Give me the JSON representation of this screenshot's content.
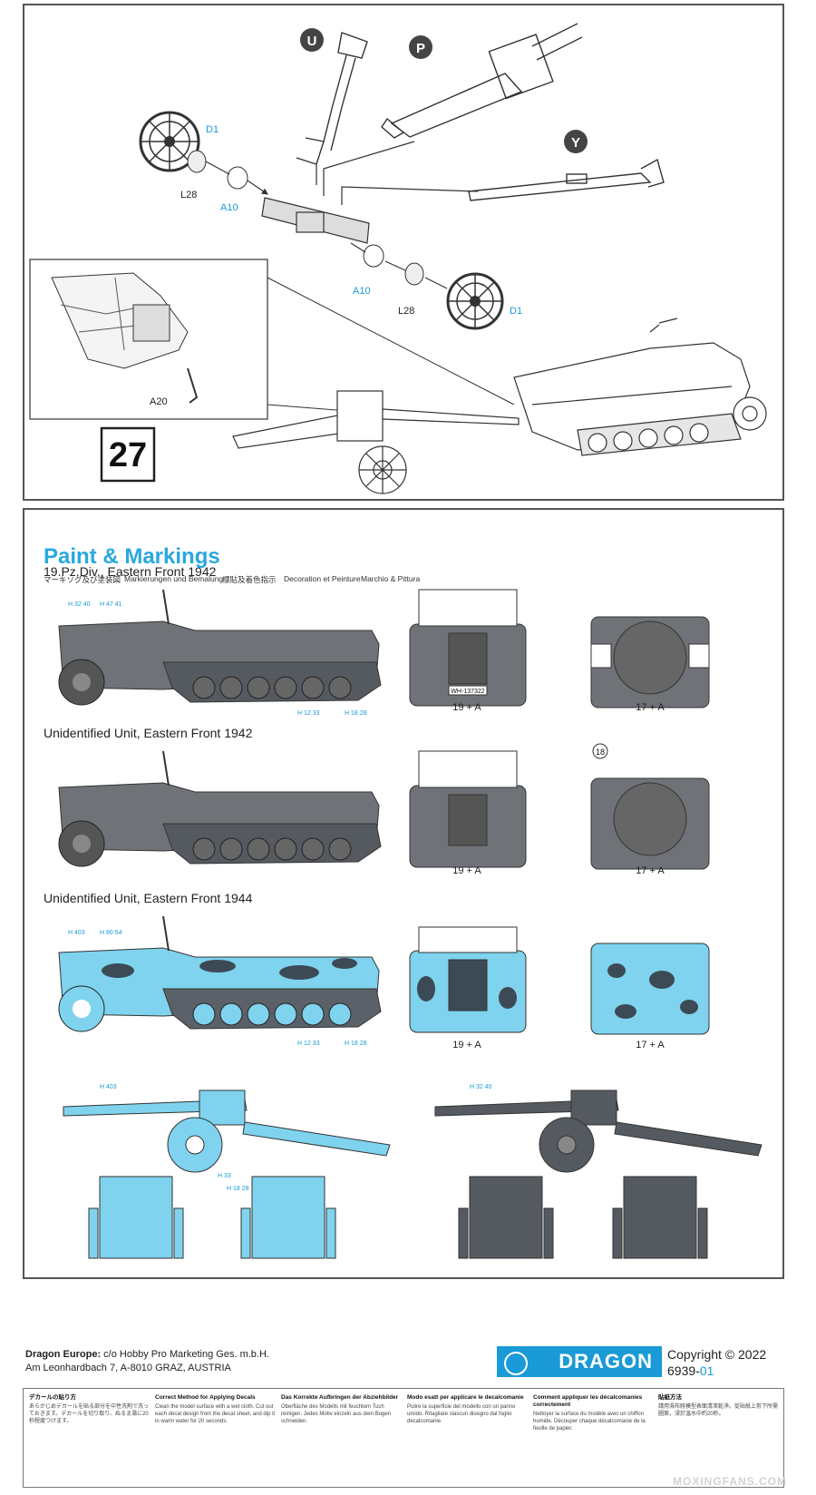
{
  "step": {
    "number": "27"
  },
  "callouts": {
    "u": "U",
    "p": "P",
    "y": "Y"
  },
  "parts": {
    "d1_top": "D1",
    "l28_top": "L28",
    "a10_top": "A10",
    "a10_bottom": "A10",
    "l28_bottom": "L28",
    "d1_bottom": "D1",
    "a20": "A20"
  },
  "markings": {
    "title": "Paint & Markings",
    "subtitles": [
      "マーキソグ及び塗装図",
      "Markierungen und Bemalung",
      "標貼及着色指示",
      "Decoration et Peinture",
      "Marchio & Pittura"
    ],
    "schemes": [
      {
        "unit": "19.Pz.Div., Eastern Front 1942",
        "tag_a": "H 32 40",
        "tag_b": "H 47 41",
        "tag_c": "H 12 33",
        "tag_d": "H 18 28",
        "front_label": "19 + A",
        "rear_label": "17 + A",
        "plate": "WH-137322"
      },
      {
        "unit": "Unidentified Unit, Eastern Front 1942",
        "front_label": "19 + A",
        "rear_label": "17 + A",
        "num": "18"
      },
      {
        "unit": "Unidentified Unit, Eastern Front 1944",
        "tag_a": "H 403",
        "tag_b": "H 80 54",
        "tag_c": "H 12 33",
        "tag_d": "H 18 28",
        "front_label": "19 + A",
        "rear_label": "17 + A"
      }
    ],
    "gun_blue": {
      "tag_a": "H 403",
      "tag_b": "H 33",
      "tag_c": "H 18 28"
    },
    "gun_grey": {
      "tag_a": "H 32 40"
    }
  },
  "footer": {
    "address_line1_bold": "Dragon Europe:",
    "address_line1": " c/o Hobby Pro Marketing Ges. m.b.H.",
    "address_line2": "Am Leonhardbach 7, A-8010 GRAZ, AUSTRIA",
    "logo": "DRAGON",
    "copyright": "Copyright © 2022",
    "code": "6939-",
    "code_suffix": "01"
  },
  "instructions": [
    {
      "heading": "デカールの貼り方",
      "text": "あらかじめデカールを貼る部分を中性洗剤で洗っておきます。デカールを切り取り、ぬるま湯に20秒程度つけます。"
    },
    {
      "heading": "Correct Method for Applying Decals",
      "text": "Clean the model surface with a wet cloth. Cut out each decal design from the decal sheet, and dip it in warm water for 20 seconds."
    },
    {
      "heading": "Das Korrekte Aufbringen der Abziehbilder",
      "text": "Oberfläche des Modells mit feuchtem Tuch reinigen. Jedes Motiv einzeln aus dem Bogen schneiden."
    },
    {
      "heading": "Modo esatt per applicare le decalcomanie",
      "text": "Pulire la superficie del modello con un panno umido. Ritagliare ciascun disegno dal foglio decalcomanie."
    },
    {
      "heading": "Comment appliquer les décalcomanies correctement",
      "text": "Nettoyer la surface du modèle avec un chiffon humide. Découper chaque décalcomanie de la feuille de papier."
    },
    {
      "heading": "貼紙方法",
      "text": "請用濕布將模型表面清潔乾淨。從貼紙上剪下所需圖案，浸於溫水中約20秒。"
    }
  ],
  "watermark": "MOXINGFANS.COM",
  "colors": {
    "accent": "#29a8df",
    "vehicle_grey": "#6f7378",
    "camo_blue": "#7fd3ee",
    "camo_dark": "#3c4a55"
  }
}
